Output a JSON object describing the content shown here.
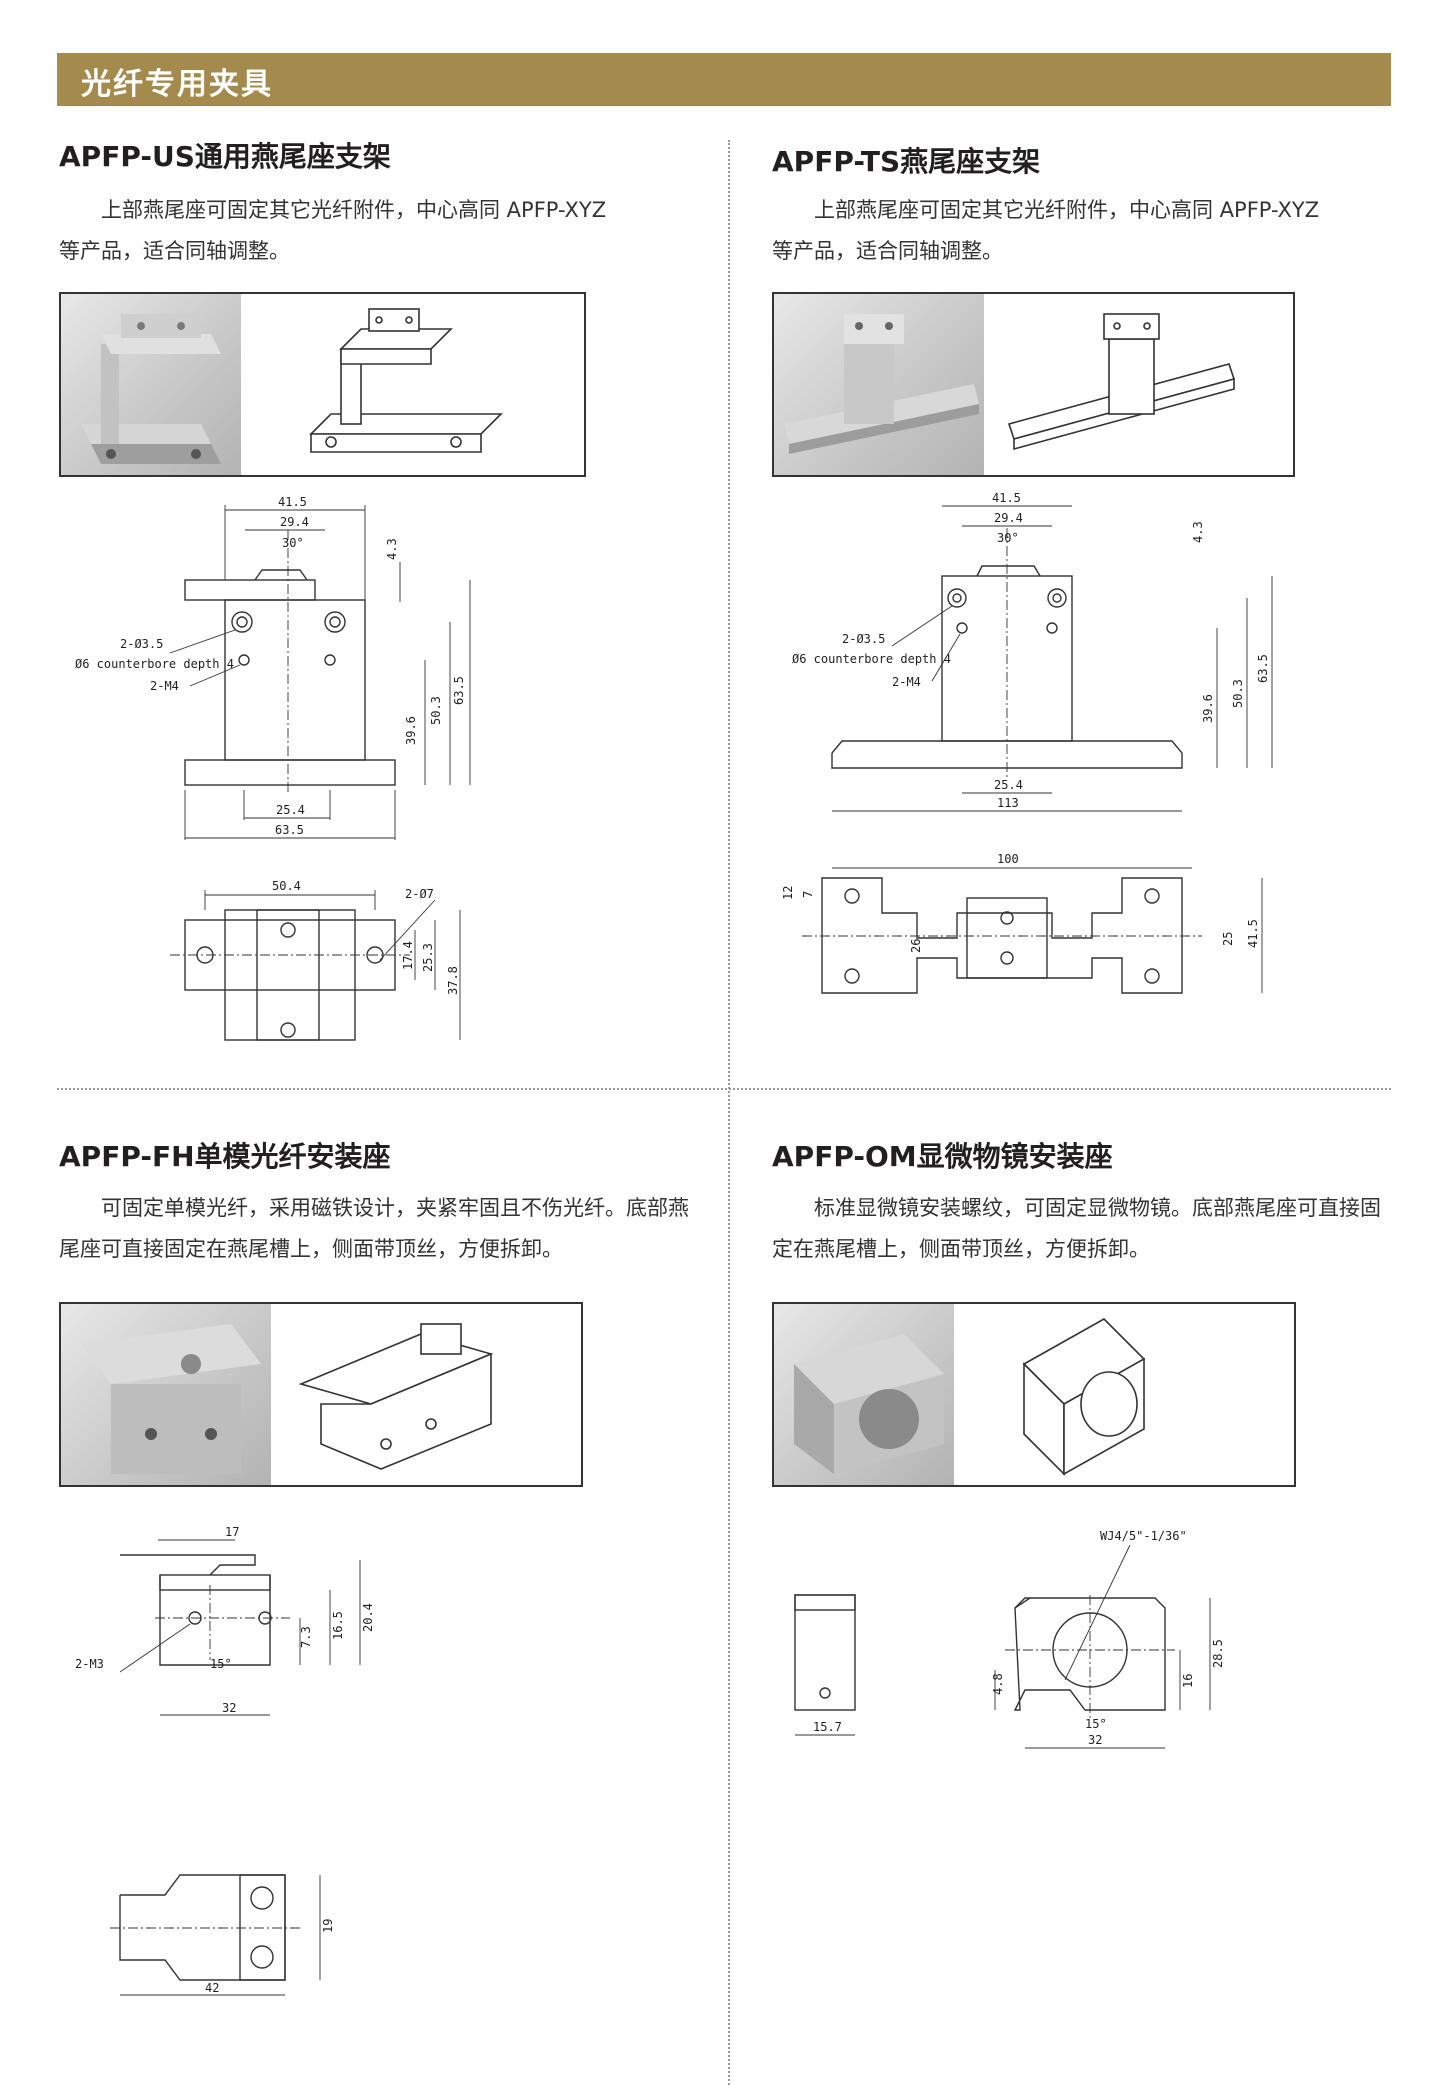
{
  "header": {
    "title": "光纤专用夹具"
  },
  "sections": [
    {
      "title": "APFP-US通用燕尾座支架",
      "description": "上部燕尾座可固定其它光纤附件，中心高同 APFP-XYZ 等产品，适合同轴调整。",
      "dims": {
        "d1": "41.5",
        "d2": "29.4",
        "d3": "30°",
        "d4": "4.3",
        "hole1": "2-Ø3.5",
        "hole2": "Ø6 counterbore depth 4",
        "hole3": "2-M4",
        "h1": "39.6",
        "h2": "50.3",
        "h3": "63.5",
        "w1": "25.4",
        "w2": "63.5",
        "top1": "50.4",
        "top2": "2-Ø7",
        "v1": "17.4",
        "v2": "25.3",
        "v3": "37.8"
      }
    },
    {
      "title": "APFP-TS燕尾座支架",
      "description": "上部燕尾座可固定其它光纤附件，中心高同 APFP-XYZ 等产品，适合同轴调整。",
      "dims": {
        "d1": "41.5",
        "d2": "29.4",
        "d3": "30°",
        "d4": "4.3",
        "hole1": "2-Ø3.5",
        "hole2": "Ø6 counterbore depth 4",
        "hole3": "2-M4",
        "h1": "39.6",
        "h2": "50.3",
        "h3": "63.5",
        "w1": "25.4",
        "w2": "113",
        "top1": "100",
        "v1": "12",
        "v2": "7",
        "v3": "26",
        "v4": "25",
        "v5": "41.5"
      }
    },
    {
      "title": "APFP-FH单模光纤安装座",
      "description": "可固定单模光纤，采用磁铁设计，夹紧牢固且不伤光纤。底部燕尾座可直接固定在燕尾槽上，侧面带顶丝，方便拆卸。",
      "dims": {
        "d1": "17",
        "hole": "2-M3",
        "ang": "15°",
        "v1": "7.3",
        "v2": "16.5",
        "v3": "20.4",
        "w1": "32",
        "v4": "19",
        "w2": "42"
      }
    },
    {
      "title": "APFP-OM显微物镜安装座",
      "description": "标准显微镜安装螺纹，可固定显微物镜。底部燕尾座可直接固定在燕尾槽上，侧面带顶丝，方便拆卸。",
      "dims": {
        "thread": "WJ4/5\"-1/36\"",
        "v1": "4.8",
        "v2": "16",
        "v3": "28.5",
        "ang": "15°",
        "w1": "32",
        "w2": "15.7"
      }
    }
  ],
  "colors": {
    "banner": "#a48a4c",
    "banner_text": "#ffffff",
    "line": "#333333"
  }
}
